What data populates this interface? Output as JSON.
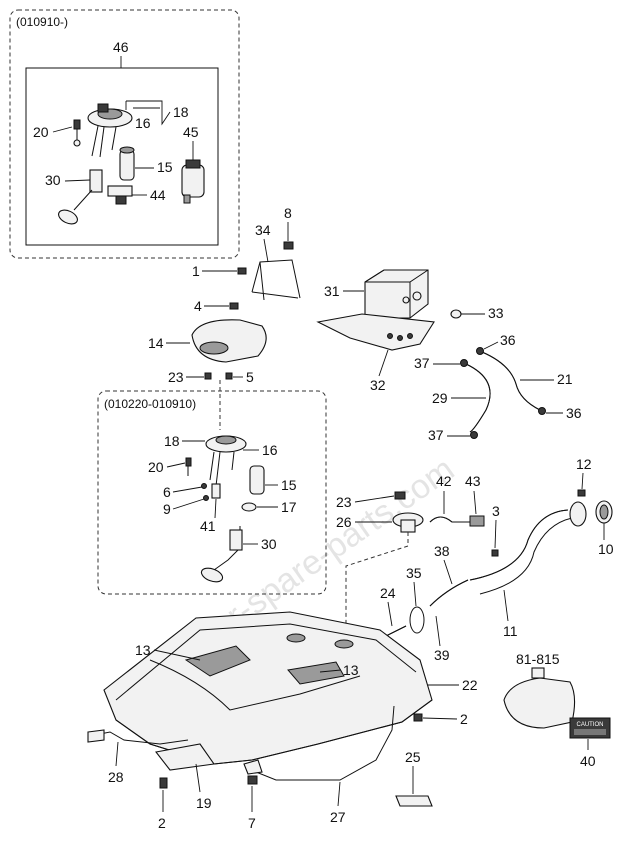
{
  "groups": {
    "top_box_header": "(010910-)",
    "mid_box_header": "(010220-010910)"
  },
  "labels": {
    "p46": "46",
    "p18a": "18",
    "p16a": "16",
    "p20a": "20",
    "p45": "45",
    "p15a": "15",
    "p30a": "30",
    "p44": "44",
    "p34": "34",
    "p8": "8",
    "p1": "1",
    "p4": "4",
    "p14": "14",
    "p23a": "23",
    "p5": "5",
    "p31": "31",
    "p33": "33",
    "p32": "32",
    "p36a": "36",
    "p37a": "37",
    "p21": "21",
    "p29": "29",
    "p36b": "36",
    "p37b": "37",
    "p18b": "18",
    "p16b": "16",
    "p20b": "20",
    "p15b": "15",
    "p6": "6",
    "p9": "9",
    "p17": "17",
    "p41": "41",
    "p30b": "30",
    "p23b": "23",
    "p26": "26",
    "p42": "42",
    "p43": "43",
    "p3": "3",
    "p12": "12",
    "p10": "10",
    "p38": "38",
    "p35": "35",
    "p24": "24",
    "p39": "39",
    "p11": "11",
    "p13a": "13",
    "p13b": "13",
    "p22": "22",
    "p815": "81-815",
    "p2a": "2",
    "p40": "40",
    "p28": "28",
    "p19": "19",
    "p2b": "2",
    "p7": "7",
    "p27": "27",
    "p25": "25"
  },
  "caution_label": "CAUTION",
  "watermark": "car-spare-parts.com"
}
